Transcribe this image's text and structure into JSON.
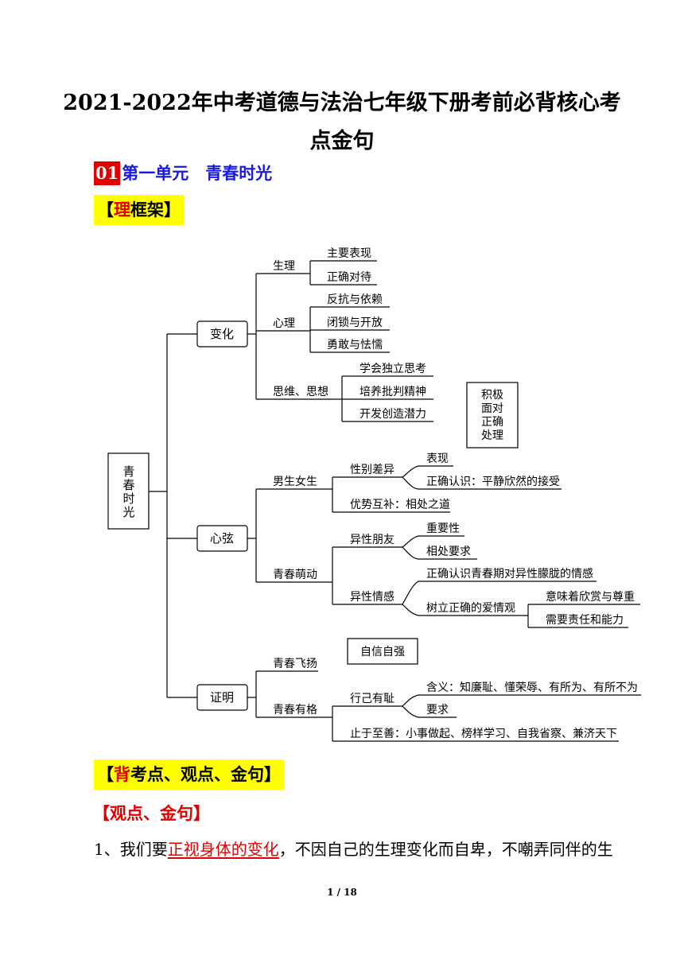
{
  "title": "2021-2022年中考道德与法治七年级下册考前必背核心考点金句",
  "unit": {
    "number": "01",
    "name": "第一单元　青春时光"
  },
  "framework_heading": {
    "mark": "理",
    "rest": "框架】",
    "open": "【"
  },
  "mindmap": {
    "root": "青春时光",
    "branch_change": "变化",
    "branch_heart": "心弦",
    "branch_proof": "证明",
    "physio": "生理",
    "physio_1": "主要表现",
    "physio_2": "正确对待",
    "psycho": "心理",
    "psycho_1": "反抗与依赖",
    "psycho_2": "闭锁与开放",
    "psycho_3": "勇敢与怯懦",
    "thinking": "思维、思想",
    "thinking_1": "学会独立思考",
    "thinking_2": "培养批判精神",
    "thinking_3": "开发创造潜力",
    "side_box": "积极面对正确处理",
    "boys_girls": "男生女生",
    "gender_diff": "性别差异",
    "gender_1": "表现",
    "gender_2": "正确认识：平静欣然的接受",
    "complement": "优势互补：相处之道",
    "youth_bud": "青春萌动",
    "friends": "异性朋友",
    "friends_1": "重要性",
    "friends_2": "相处要求",
    "feelings": "异性情感",
    "feelings_1": "正确认识青春期对异性朦胧的情感",
    "feelings_2": "树立正确的爱情观",
    "love_1": "意味着欣赏与尊重",
    "love_2": "需要责任和能力",
    "fly": "青春飞扬",
    "confident_box": "自信自强",
    "character": "青春有格",
    "shame": "行己有耻",
    "shame_1": "含义：知廉耻、懂荣辱、有所为、有所不为",
    "shame_2": "要求",
    "goodness": "止于至善：小事做起、榜样学习、自我省察、兼济天下"
  },
  "points_heading": {
    "open": "【",
    "mark": "背",
    "rest": "考点、观点、金句】"
  },
  "subheading": "【观点、金句】",
  "paragraph": {
    "before": "1、我们要",
    "underlined": "正视身体的变化",
    "after": "，不因自己的生理变化而自卑，不嘲弄同伴的生"
  },
  "page_number": "1 / 18",
  "colors": {
    "red": "#e00000",
    "blue": "#1a1ae0",
    "highlight": "#ffff00"
  }
}
